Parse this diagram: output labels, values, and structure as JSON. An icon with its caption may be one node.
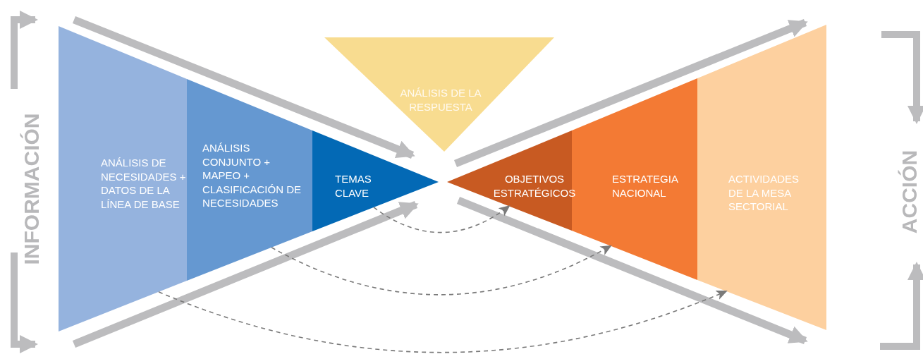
{
  "diagram": {
    "nodes": [
      {
        "text": [
          "ANÁLISIS DE NECESIDADES + DATOS DE LA LÍNEA DE BASE"
        ]
      },
      {
        "text": [
          "ANÁLISIS CONJUNTO + MAPEO + CLASIFICACIÓN DE NECESIDADES"
        ]
      },
      {
        "text": [
          "TEMAS CLAVE"
        ]
      },
      {
        "text": [
          "ANÁLISIS DE LA RESPUESTA"
        ]
      },
      {
        "text": [
          "OBJETIVOS ESTRATÉGICOS"
        ]
      },
      {
        "text": [
          "ESTRATEGIA NACIONAL"
        ]
      },
      {
        "text": [
          "ACTIVIDADES DE LA MESA SECTORIAL"
        ]
      }
    ],
    "edges": [
      {
        "from": 2,
        "to": 4,
        "arrow": "to",
        "style": "dashed"
      },
      {
        "from": 1,
        "to": 5,
        "arrow": "to",
        "style": "dashed"
      },
      {
        "from": 0,
        "to": 6,
        "arrow": "to",
        "style": "dashed"
      }
    ],
    "labels": [
      "INFORMACIÓN",
      "ACCIÓN"
    ]
  }
}
